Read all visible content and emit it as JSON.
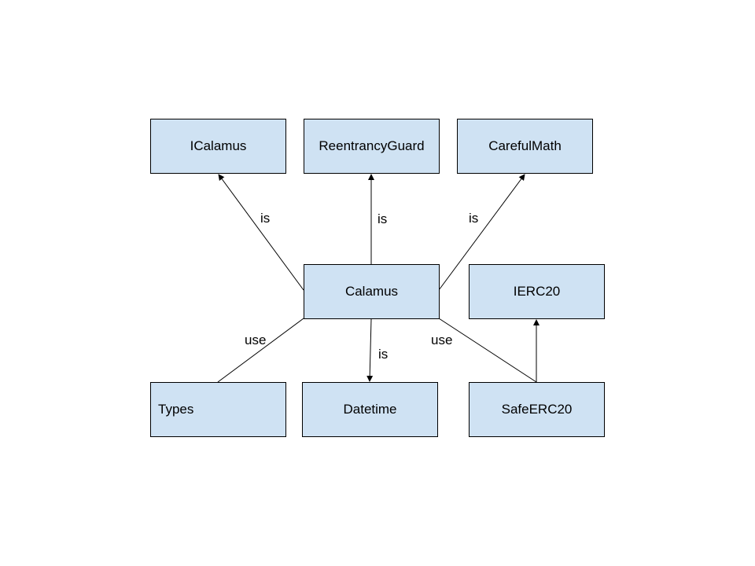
{
  "nodes": {
    "icalamus": "ICalamus",
    "reentrancy_guard": "ReentrancyGuard",
    "careful_math": "CarefulMath",
    "calamus": "Calamus",
    "ierc20": "IERC20",
    "types": "Types",
    "datetime": "Datetime",
    "safe_erc20": "SafeERC20"
  },
  "edges": [
    {
      "from": "calamus",
      "to": "icalamus",
      "label": "is",
      "arrow": true
    },
    {
      "from": "calamus",
      "to": "reentrancy_guard",
      "label": "is",
      "arrow": true
    },
    {
      "from": "calamus",
      "to": "careful_math",
      "label": "is",
      "arrow": true
    },
    {
      "from": "calamus",
      "to": "types",
      "label": "use",
      "arrow": false
    },
    {
      "from": "calamus",
      "to": "datetime",
      "label": "is",
      "arrow": true
    },
    {
      "from": "calamus",
      "to": "safe_erc20",
      "label": "use",
      "arrow": false
    },
    {
      "from": "safe_erc20",
      "to": "ierc20",
      "label": "",
      "arrow": true
    }
  ],
  "colors": {
    "node_fill": "#cfe2f3",
    "stroke": "#000000",
    "background": "#ffffff"
  }
}
